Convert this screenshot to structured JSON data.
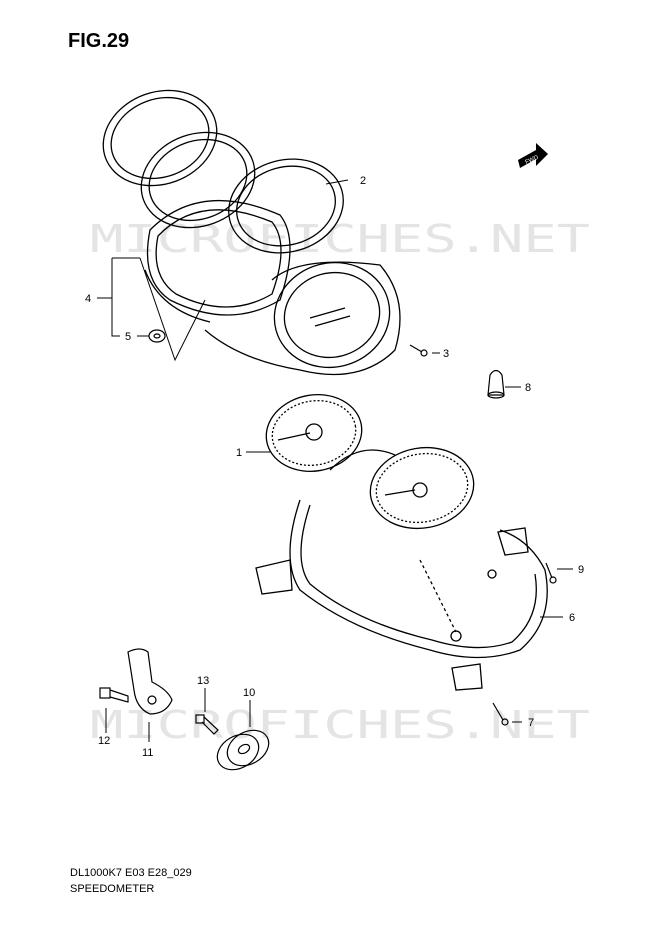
{
  "figure": {
    "title": "FIG.29"
  },
  "watermark": {
    "text": "MICROFICHES.NET"
  },
  "fwd_arrow": {
    "label": "FWD"
  },
  "callouts": [
    {
      "id": "1",
      "label": "1"
    },
    {
      "id": "2",
      "label": "2"
    },
    {
      "id": "3",
      "label": "3"
    },
    {
      "id": "4",
      "label": "4"
    },
    {
      "id": "5",
      "label": "5"
    },
    {
      "id": "6",
      "label": "6"
    },
    {
      "id": "7",
      "label": "7"
    },
    {
      "id": "8",
      "label": "8"
    },
    {
      "id": "9",
      "label": "9"
    },
    {
      "id": "10",
      "label": "10"
    },
    {
      "id": "11",
      "label": "11"
    },
    {
      "id": "12",
      "label": "12"
    },
    {
      "id": "13",
      "label": "13"
    }
  ],
  "footer": {
    "code": "DL1000K7 E03 E28_029",
    "name": "SPEEDOMETER"
  }
}
